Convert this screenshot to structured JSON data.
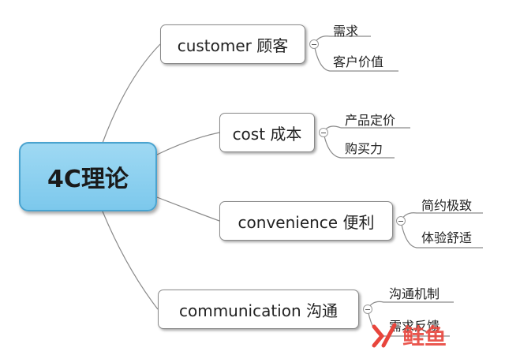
{
  "root": {
    "label": "4C理论"
  },
  "branches": [
    {
      "label": "customer 顾客",
      "children": [
        "需求",
        "客户价值"
      ]
    },
    {
      "label": "cost 成本",
      "children": [
        "产品定价",
        "购买力"
      ]
    },
    {
      "label": "convenience 便利",
      "children": [
        "简约极致",
        "体验舒适"
      ]
    },
    {
      "label": "communication 沟通",
      "children": [
        "沟通机制",
        "需求反馈"
      ]
    }
  ],
  "watermark": {
    "text": "鲑鱼"
  },
  "colors": {
    "root_fill": "#8fd1f0",
    "root_border": "#4aa3cf",
    "line": "#8a8a8a",
    "collapse_dot": "#9ed6cd"
  }
}
